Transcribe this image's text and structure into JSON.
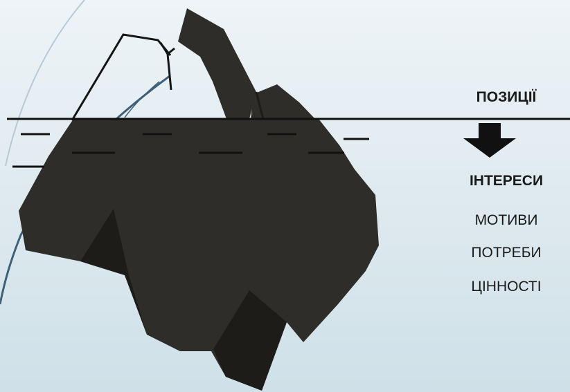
{
  "labels": {
    "positions": "ПОЗИЦІЇ",
    "interests": "ІНТЕРЕСИ",
    "motives": "МОТИВИ",
    "needs": "ПОТРЕБИ",
    "values": "ЦІННОСТІ"
  },
  "icons": {
    "arrow": "arrow-down-icon",
    "iceberg": "iceberg-icon"
  },
  "colors": {
    "iceberg": "#2f2d2a",
    "iceberg_shadow": "#1d1c19",
    "water_line": "#111111",
    "background_top": "#eef4f7",
    "background_bottom": "#cfe0e8",
    "decor_arc": "#3f6078",
    "text": "#1a1a1a"
  }
}
